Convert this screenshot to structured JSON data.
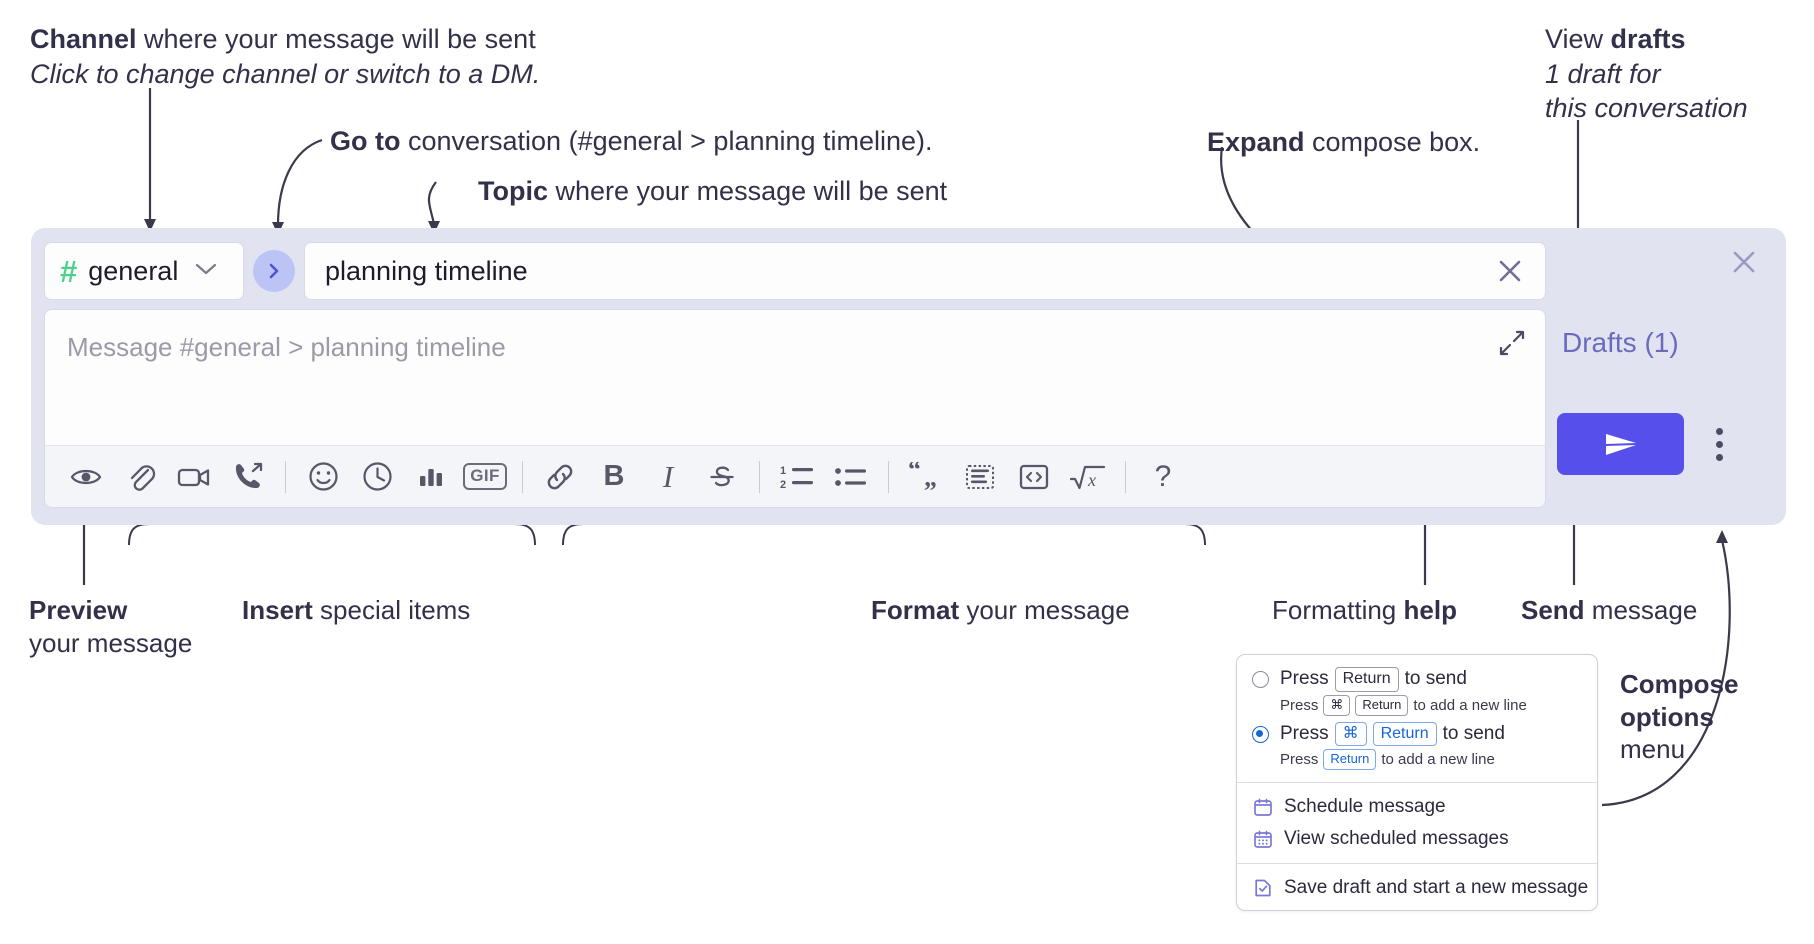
{
  "annotations": {
    "channel": {
      "bold": "Channel",
      "rest": " where your message will be sent",
      "italic": "Click to change channel or switch to a DM."
    },
    "goto": {
      "bold": "Go to",
      "rest": " conversation (#general > planning timeline)."
    },
    "topic": {
      "bold": "Topic",
      "rest": " where your message will be sent"
    },
    "expand": {
      "bold": "Expand",
      "rest": " compose box."
    },
    "drafts": {
      "bold_lead": "View ",
      "bold": "drafts",
      "italic1": "1 draft for",
      "italic2": "this conversation"
    },
    "preview": {
      "bold": "Preview",
      "rest": "your message"
    },
    "insert": {
      "bold": "Insert",
      "rest": " special items"
    },
    "format": {
      "bold": "Format",
      "rest": " your message"
    },
    "help": {
      "lead": "Formatting ",
      "bold": "help"
    },
    "send": {
      "bold": "Send",
      "rest": " message"
    },
    "compose_options": {
      "bold1": "Compose",
      "bold2": "options",
      "rest": "menu"
    }
  },
  "compose": {
    "channel_name": "general",
    "hash_symbol": "#",
    "topic_value": "planning timeline",
    "message_placeholder": "Message #general > planning timeline",
    "drafts_label": "Drafts (1)",
    "gif_label": "GIF",
    "bold_label": "B",
    "italic_label": "I",
    "strike_label": "S",
    "help_label": "?",
    "toolbar_icons": [
      "eye-icon",
      "paperclip-icon",
      "video-camera-icon",
      "phone-forward-icon",
      "emoji-icon",
      "clock-icon",
      "bar-chart-icon",
      "gif-icon",
      "link-icon",
      "bold-icon",
      "italic-icon",
      "strikethrough-icon",
      "ordered-list-icon",
      "bulleted-list-icon",
      "blockquote-icon",
      "code-block-icon",
      "inline-code-icon",
      "math-icon",
      "formatting-help-icon"
    ]
  },
  "menu": {
    "option1": {
      "press": "Press",
      "key": "Return",
      "tail": "to send",
      "sub_press": "Press",
      "sub_key1": "⌘",
      "sub_key2": "Return",
      "sub_tail": "to add a new line",
      "selected": false
    },
    "option2": {
      "press": "Press",
      "key1": "⌘",
      "key2": "Return",
      "tail": "to send",
      "sub_press": "Press",
      "sub_key": "Return",
      "sub_tail": "to add a new line",
      "selected": true
    },
    "items": [
      {
        "label": "Schedule message",
        "icon": "calendar-icon"
      },
      {
        "label": "View scheduled messages",
        "icon": "calendar-grid-icon"
      },
      {
        "label": "Save draft and start a new message",
        "icon": "save-draft-icon"
      }
    ]
  },
  "colors": {
    "accent_send": "#564fea",
    "hash_green": "#4fd18b",
    "drafts_purple": "#6a6bbe",
    "panel_bg": "#e2e3f0",
    "menu_icon_purple": "#7b78d8",
    "radio_blue": "#1566d6"
  }
}
